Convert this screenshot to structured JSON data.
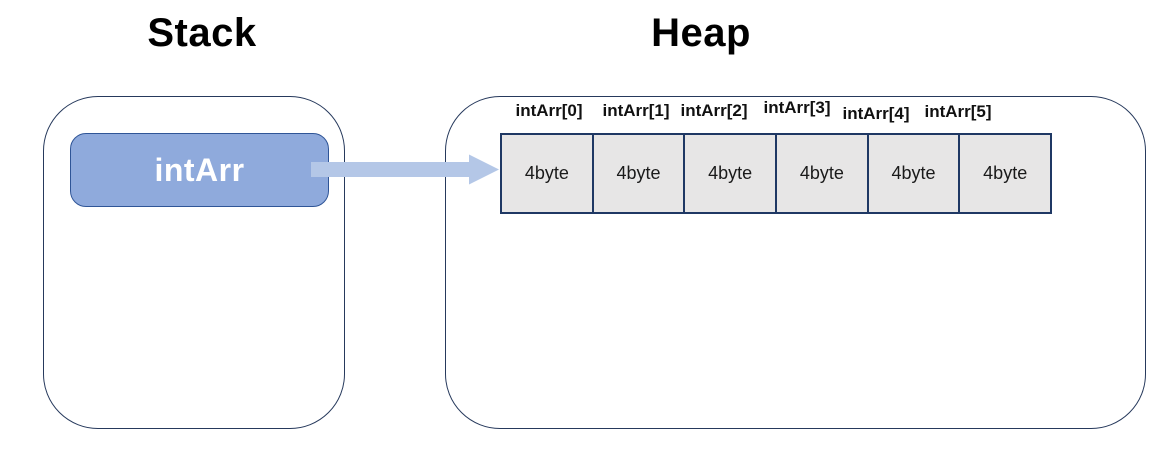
{
  "titles": {
    "stack": "Stack",
    "heap": "Heap"
  },
  "stack": {
    "variable_label": "intArr"
  },
  "heap": {
    "index_labels": [
      "intArr[0]",
      "intArr[1]",
      "intArr[2]",
      "intArr[3]",
      "intArr[4]",
      "intArr[5]"
    ],
    "cell_values": [
      "4byte",
      "4byte",
      "4byte",
      "4byte",
      "4byte",
      "4byte"
    ]
  },
  "connector": {
    "type": "arrow-right",
    "from": "intArr",
    "to": "intArr[0]"
  },
  "colors": {
    "variable_box_fill": "#8faadc",
    "variable_box_border": "#2f5597",
    "variable_text": "#ffffff",
    "arrow_fill": "#b4c7e7",
    "cell_fill": "#e7e6e6",
    "cell_border": "#1f3864",
    "region_border": "#26395c",
    "title_text": "#000000"
  }
}
